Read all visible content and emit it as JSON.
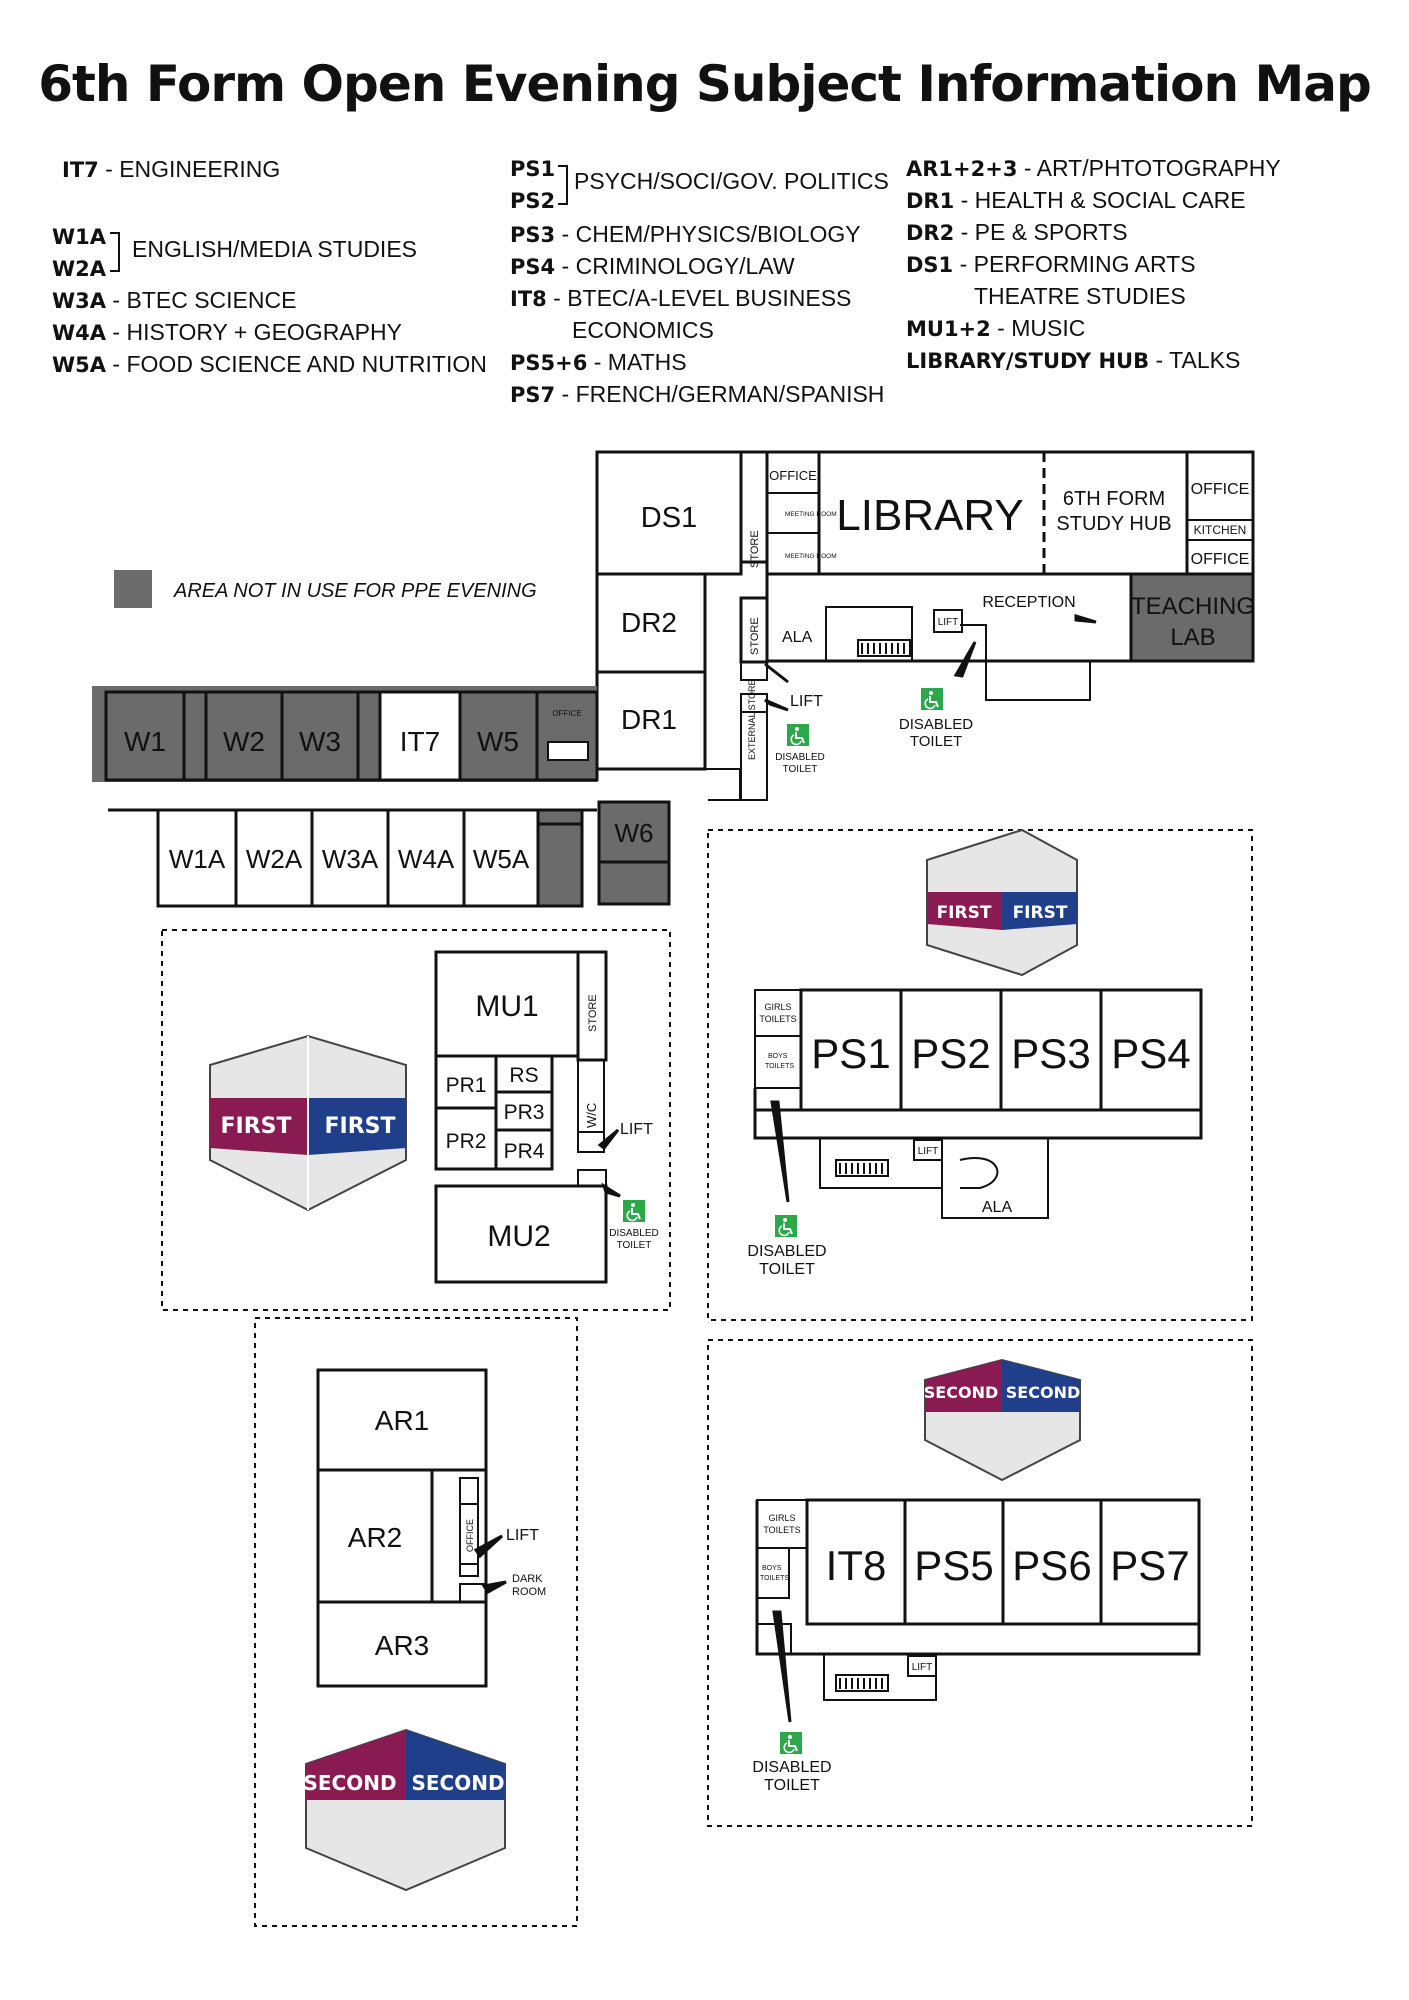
{
  "title": "6th Form Open Evening Subject Information Map",
  "colors": {
    "unused_area": "#6b6b6b",
    "first_magenta": "#8a1a52",
    "first_blue": "#1f3f8a",
    "badge_grey": "#e6e6e6",
    "accessible_green": "#2aa84a"
  },
  "legend": {
    "col1": [
      {
        "code": "IT7",
        "sep": "-",
        "subject": "ENGINEERING"
      },
      {
        "code": "W1A",
        "sep": "",
        "subject": ""
      },
      {
        "code": "W2A",
        "sep": "",
        "subject": ""
      },
      {
        "code": "W3A",
        "sep": "-",
        "subject": "BTEC SCIENCE"
      },
      {
        "code": "W4A",
        "sep": "-",
        "subject": "HISTORY + GEOGRAPHY"
      },
      {
        "code": "W5A",
        "sep": "-",
        "subject": "FOOD SCIENCE AND NUTRITION"
      }
    ],
    "w1a_w2a_subject": "ENGLISH/MEDIA STUDIES",
    "col2": [
      {
        "code": "PS1",
        "sep": "",
        "subject": ""
      },
      {
        "code": "PS2",
        "sep": "",
        "subject": ""
      },
      {
        "code": "PS3",
        "sep": "-",
        "subject": "CHEM/PHYSICS/BIOLOGY"
      },
      {
        "code": "PS4",
        "sep": "-",
        "subject": "CRIMINOLOGY/LAW"
      },
      {
        "code": "IT8",
        "sep": "-",
        "subject": "BTEC/A-LEVEL BUSINESS"
      },
      {
        "code": "",
        "sep": "",
        "subject": "ECONOMICS"
      },
      {
        "code": "PS5+6",
        "sep": "-",
        "subject": "MATHS"
      },
      {
        "code": "PS7",
        "sep": "-",
        "subject": "FRENCH/GERMAN/SPANISH"
      }
    ],
    "ps1_ps2_subject": "PSYCH/SOCI/GOV. POLITICS",
    "col3": [
      {
        "code": "AR1+2+3",
        "sep": "-",
        "subject": "ART/PHTOTOGRAPHY"
      },
      {
        "code": "DR1",
        "sep": "-",
        "subject": "HEALTH & SOCIAL CARE"
      },
      {
        "code": "DR2",
        "sep": "-",
        "subject": "PE & SPORTS"
      },
      {
        "code": "DS1",
        "sep": "-",
        "subject": "PERFORMING ARTS"
      },
      {
        "code": "",
        "sep": "",
        "subject": "THEATRE STUDIES"
      },
      {
        "code": "MU1+2",
        "sep": "-",
        "subject": "MUSIC"
      },
      {
        "code": "LIBRARY/STUDY HUB",
        "sep": "-",
        "subject": "TALKS"
      }
    ]
  },
  "key_note": "AREA NOT IN USE FOR PPE EVENING",
  "rooms": {
    "ds1": "DS1",
    "dr2": "DR2",
    "dr1": "DR1",
    "store": "STORE",
    "external_store": "EXTERNAL STORE",
    "office": "OFFICE",
    "meeting_room": "MEETING ROOM",
    "library": "LIBRARY",
    "study_hub_1": "6TH FORM",
    "study_hub_2": "STUDY HUB",
    "kitchen": "KITCHEN",
    "teaching_lab_1": "TEACHING",
    "teaching_lab_2": "LAB",
    "reception": "RECEPTION",
    "ala": "ALA",
    "lift": "LIFT",
    "disabled": "DISABLED",
    "toilet": "TOILET",
    "w1": "W1",
    "w2": "W2",
    "w3": "W3",
    "it7": "IT7",
    "w5": "W5",
    "w6": "W6",
    "w1a": "W1A",
    "w2a": "W2A",
    "w3a": "W3A",
    "w4a": "W4A",
    "w5a": "W5A",
    "mu1": "MU1",
    "mu2": "MU2",
    "pr1": "PR1",
    "pr2": "PR2",
    "pr3": "PR3",
    "pr4": "PR4",
    "rs": "RS",
    "wc": "W/C",
    "girls": "GIRLS",
    "boys": "BOYS",
    "toilets": "TOILETS",
    "ps1": "PS1",
    "ps2": "PS2",
    "ps3": "PS3",
    "ps4": "PS4",
    "it8": "IT8",
    "ps5": "PS5",
    "ps6": "PS6",
    "ps7": "PS7",
    "ar1": "AR1",
    "ar2": "AR2",
    "ar3": "AR3",
    "dark": "DARK",
    "room": "ROOM"
  },
  "floor_badges": {
    "first": "FIRST",
    "second": "SECOND"
  }
}
